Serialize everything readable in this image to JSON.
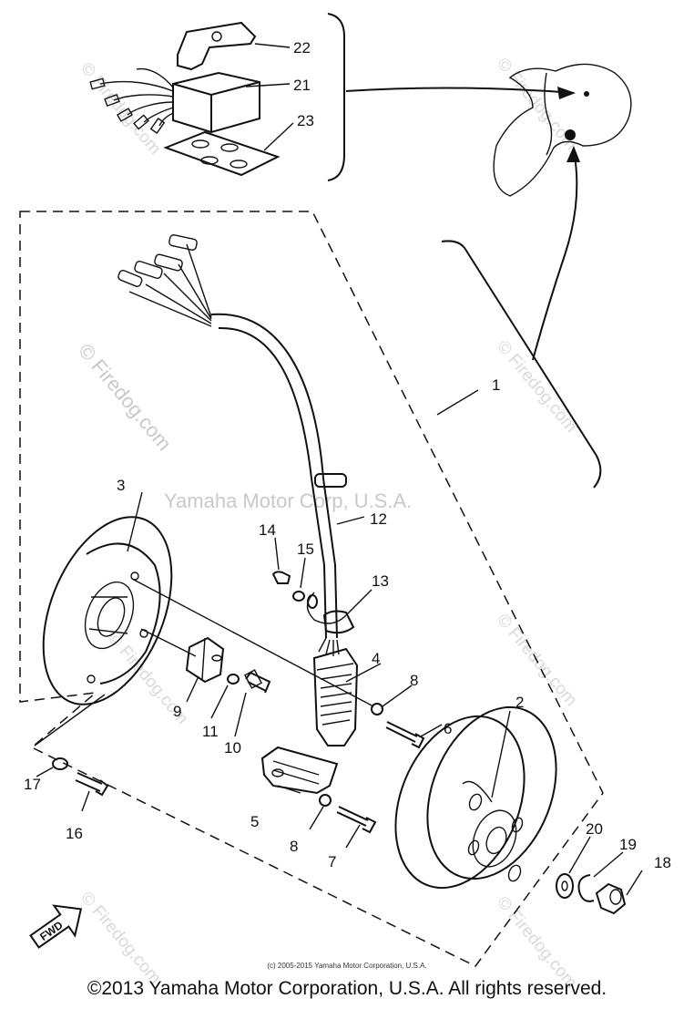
{
  "watermarks": {
    "corp": "Yamaha Motor Corp, U.S.A.",
    "firedog": "© Firedog.com"
  },
  "callouts": {
    "c1": "1",
    "c2": "2",
    "c3": "3",
    "c4": "4",
    "c5": "5",
    "c6": "6",
    "c7": "7",
    "c8a": "8",
    "c8b": "8",
    "c9": "9",
    "c10": "10",
    "c11": "11",
    "c12": "12",
    "c13": "13",
    "c14": "14",
    "c15": "15",
    "c16": "16",
    "c17": "17",
    "c18": "18",
    "c19": "19",
    "c20": "20",
    "c21": "21",
    "c22": "22",
    "c23": "23"
  },
  "badge": {
    "label": "FWD"
  },
  "footer": {
    "small": "(c) 2005-2015 Yamaha Motor Corporation, U.S.A.",
    "main": "©2013 Yamaha Motor Corporation, U.S.A. All rights reserved."
  }
}
